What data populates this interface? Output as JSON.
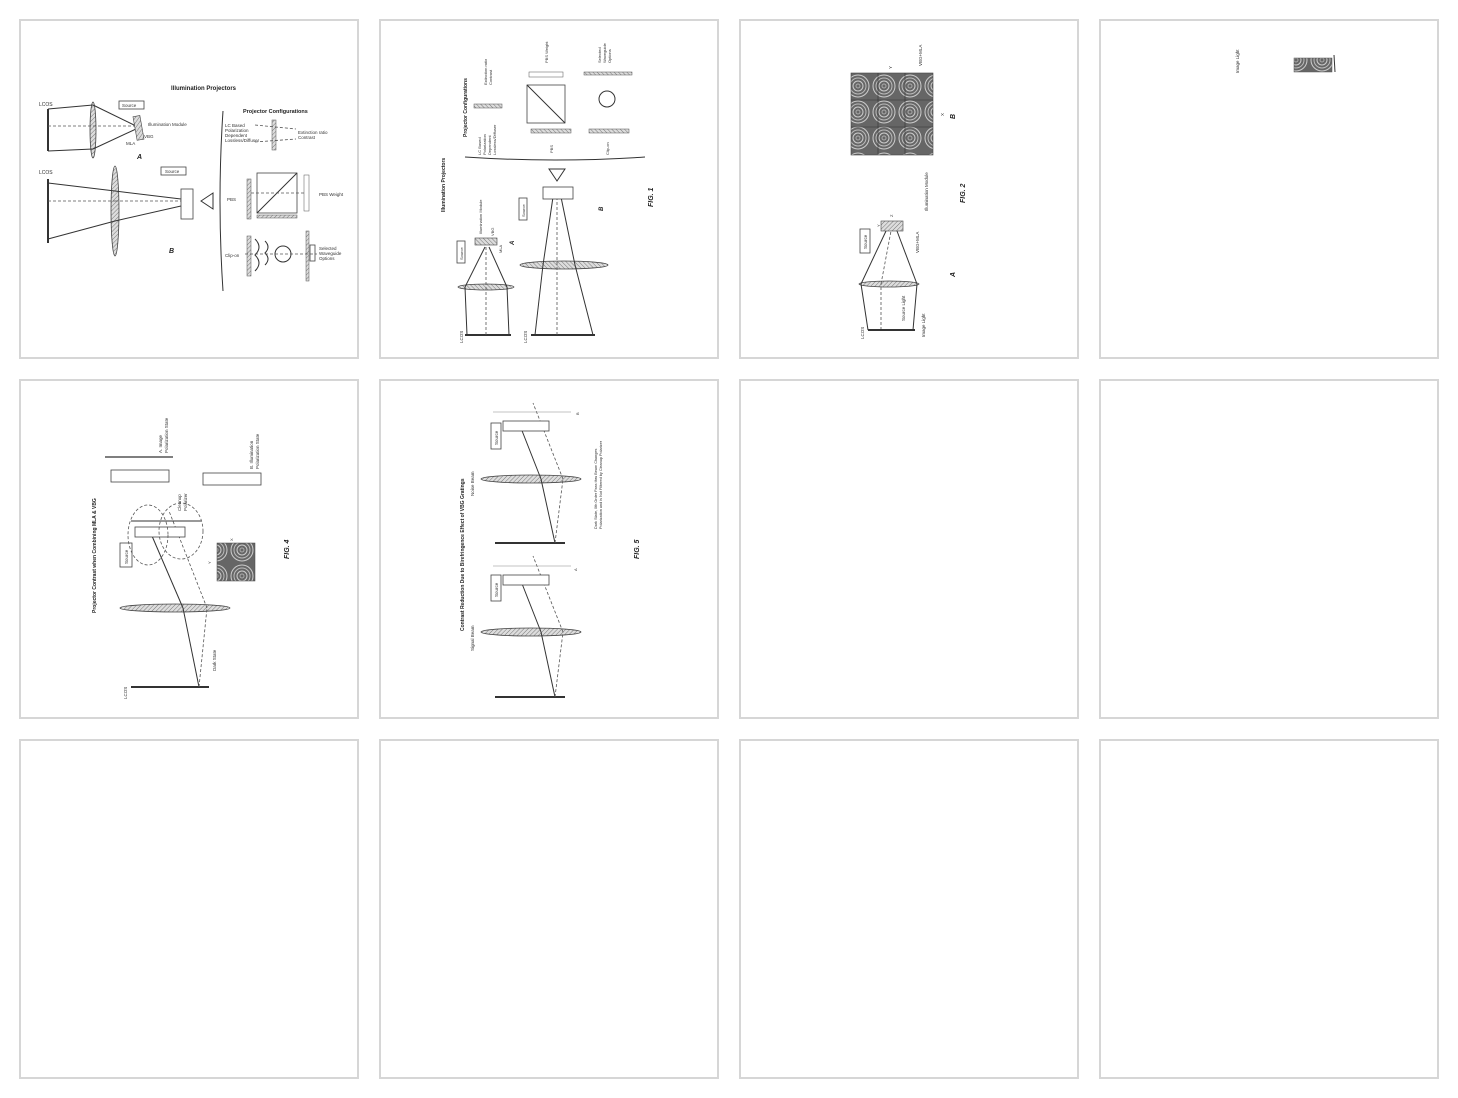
{
  "viewer": {
    "layout": "thumbnail-grid",
    "columns": 4,
    "rows": 3,
    "page_count": 12
  },
  "pages": [
    {
      "index": 1,
      "title": "Illumination Projectors",
      "labels": {
        "lcos_a": "LCOS",
        "source_a": "Source",
        "illum_module": "Illumination Module",
        "vbg": "VBG",
        "mla": "MLA",
        "fig_a": "A",
        "lcos_b": "LCOS",
        "source_b": "Source",
        "fig_b": "B",
        "config_title": "Projector Configurations",
        "lc_based": "LC Based",
        "polarization": "Polarization",
        "dependent": "Dependent",
        "lossless_diffuser": "Lossless/Diffuser",
        "extinction": "Extinction ratio",
        "contrast": "Contrast",
        "pbs": "PBS",
        "pbs_weight": "PBS Weight",
        "clip_on": "Clip-on",
        "selected": "Selected",
        "waveguide": "Waveguide",
        "options": "Options"
      }
    },
    {
      "index": 2,
      "title": "Illumination Projectors",
      "rotated": true,
      "labels": {
        "lcos_a": "LCOS",
        "source_a": "Source",
        "illum_module": "Illumination Module",
        "vbg": "VBG",
        "mla": "MLA",
        "fig_a": "A",
        "lcos_b": "LCOS",
        "source_b": "Source",
        "fig_b": "B",
        "config_title": "Projector Configurations",
        "lc_based": "LC Based",
        "polarization": "Polarization",
        "dependent": "Dependent",
        "lossless_diffuser": "Lossless/Diffuser",
        "extinction": "Extinction ratio",
        "contrast": "Contrast",
        "pbs": "PBS",
        "pbs_weight": "PBS Weight",
        "clip_on": "Clip-on",
        "selected": "Selected",
        "waveguide": "Waveguide",
        "options": "Options",
        "fig": "FIG. 1"
      }
    },
    {
      "index": 3,
      "rotated": true,
      "labels": {
        "lcos": "LCOS",
        "source": "Source",
        "source_light": "Source Light",
        "image_light": "Image Light",
        "vbg_mla_a": "VBG+MLA",
        "illum_module": "Illumination Module",
        "y_a": "Y",
        "z": "Z",
        "fig_a": "A",
        "x": "X",
        "y_b": "Y",
        "vbg_mla_b": "VBG+MLA",
        "fig_b": "B",
        "fig": "FIG. 2"
      }
    },
    {
      "index": 4,
      "rotated": true,
      "labels": {
        "image_light": "Image Light"
      }
    },
    {
      "index": 5,
      "rotated": true,
      "labels": {
        "title": "Projector Contrast when Combining MLA & VBG",
        "lcos": "LCOS",
        "dark_state": "Dark State",
        "source": "Source",
        "cleanup": "Cleanup",
        "polarizer": "Polarizer",
        "a_image": "A. Image",
        "a_pol": "Polarization State",
        "b_illum": "B. Illumination",
        "b_pol": "Polarization State",
        "x": "X",
        "y": "Y",
        "fig": "FIG. 4"
      }
    },
    {
      "index": 6,
      "rotated": true,
      "labels": {
        "title": "Contrast Reduction Due to Birefringence Effect of VBG Gratings",
        "signal_beam": "Signal Beam",
        "noise_beam": "Noise Beam",
        "source_a": "Source",
        "source_b": "Source",
        "a": "A",
        "b": "B",
        "note_1": "Dark State, 0th Order Pass thru Beam Changes",
        "note_2": "Polarization and is Not Filtered by Cleanup Polarizer",
        "fig": "FIG. 5"
      }
    },
    {
      "index": 7,
      "blank": true
    },
    {
      "index": 8,
      "blank": true
    },
    {
      "index": 9,
      "blank": true
    },
    {
      "index": 10,
      "blank": true
    },
    {
      "index": 11,
      "blank": true
    },
    {
      "index": 12,
      "blank": true
    }
  ]
}
